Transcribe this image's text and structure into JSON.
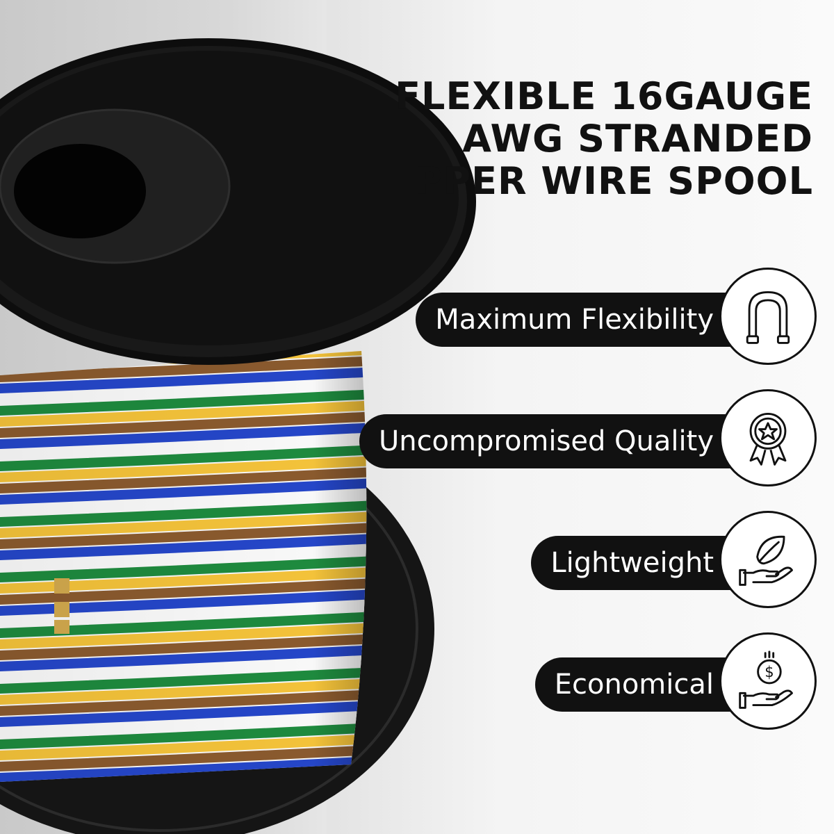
{
  "headline": {
    "line1": "FLEXIBLE 16GAUGE",
    "line2": "AWG STRANDED",
    "line3": "PPER WIRE SPOOL"
  },
  "features": [
    {
      "label": "Maximum Flexibility",
      "icon": "bent-wire-icon"
    },
    {
      "label": "Uncompromised Quality",
      "icon": "award-ribbon-icon"
    },
    {
      "label": "Lightweight",
      "icon": "leaf-hand-icon"
    },
    {
      "label": "Economical",
      "icon": "money-hand-icon"
    }
  ],
  "colors": {
    "wire_yellow": "#f3c23a",
    "wire_brown": "#8a5a2e",
    "wire_blue": "#2546c8",
    "wire_white": "#f8f8f8",
    "wire_green": "#1e8a3e",
    "spool_black": "#111111"
  }
}
